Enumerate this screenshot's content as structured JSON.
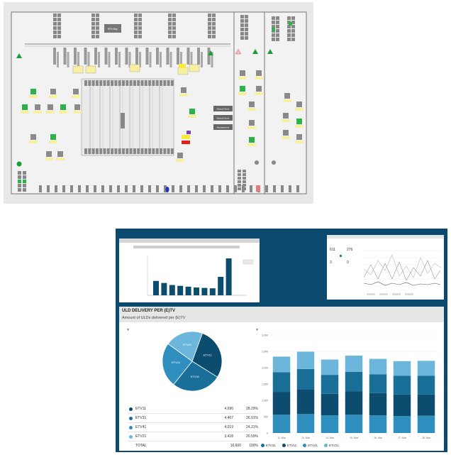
{
  "scada": {
    "center_box": "BTS Bay",
    "buttons": [
      "Manual Store",
      "Manual Store",
      "Management"
    ]
  },
  "dashboard": {
    "section_title": "ULD DELIVERY PER (E)TV",
    "section_subtitle": "Amount of ULDs delivered per (E)TV",
    "stat_values": [
      "611",
      "276",
      "3",
      "0"
    ],
    "pie_labels": [
      "ETV11",
      "ETV31",
      "ETV41",
      "ETV21"
    ],
    "legend": [
      {
        "name": "ETV11",
        "value": "4,696",
        "pct": "28.29%",
        "color": "#0b4c6f"
      },
      {
        "name": "ETV31",
        "value": "4,467",
        "pct": "26.91%",
        "color": "#1a6f99"
      },
      {
        "name": "ETV41",
        "value": "4,019",
        "pct": "24.21%",
        "color": "#2e8fbf"
      },
      {
        "name": "ETV21",
        "value": "3,418",
        "pct": "20.59%",
        "color": "#6cb6dc"
      }
    ],
    "total_label": "TOTAL",
    "total_value": "16,600",
    "total_pct": "100%",
    "bottom_legend": [
      "ETV31",
      "ETV11",
      "ETV41",
      "ETV21"
    ],
    "colors": {
      "background": "#0b4a6e",
      "dark": "#0b4c6f",
      "mid": "#1a6f99",
      "light": "#2e8fbf",
      "lightest": "#6cb6dc"
    }
  },
  "chart_data": [
    {
      "type": "pie",
      "labels": [
        "ETV11",
        "ETV31",
        "ETV41",
        "ETV21"
      ],
      "values": [
        4696,
        4467,
        4019,
        3418
      ]
    },
    {
      "type": "bar",
      "stacked": true,
      "categories": [
        "12. Mar",
        "13. Mar",
        "14. Mar",
        "15. Mar",
        "16. Mar",
        "17. Mar",
        "18. Mar"
      ],
      "ylim": [
        0,
        3000
      ],
      "yticks": [
        "3,000",
        "2,500",
        "2,000",
        "1,500",
        "1,000",
        "500",
        "0"
      ],
      "series": [
        {
          "name": "ETV31",
          "values": [
            600,
            620,
            580,
            590,
            580,
            570,
            570
          ]
        },
        {
          "name": "ETV11",
          "values": [
            700,
            760,
            660,
            720,
            680,
            660,
            650
          ]
        },
        {
          "name": "ETV41",
          "values": [
            560,
            580,
            540,
            560,
            540,
            520,
            530
          ]
        },
        {
          "name": "ETV21",
          "values": [
            480,
            530,
            470,
            500,
            470,
            450,
            460
          ]
        }
      ]
    },
    {
      "type": "bar",
      "values": [
        7,
        6,
        5,
        4.6,
        4.2,
        3.8,
        3.6,
        3.4,
        9,
        18
      ]
    }
  ]
}
